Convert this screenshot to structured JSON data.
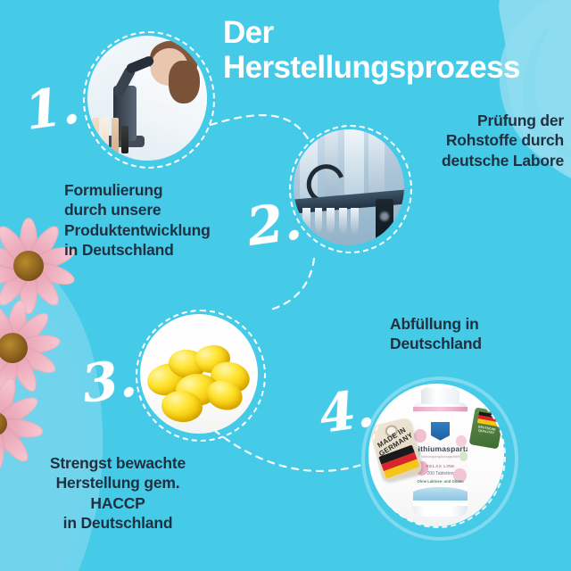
{
  "page": {
    "title_line1": "Der",
    "title_line2": "Herstellungsprozess",
    "background_color": "#45cbe8",
    "wave_color": "#8fdcf0",
    "text_color": "#1f3040",
    "accent_white": "#ffffff"
  },
  "steps": [
    {
      "number": "1.",
      "caption_lines": [
        "Formulierung",
        "durch unsere",
        "Produktentwicklung",
        "in Deutschland"
      ],
      "caption_full": "Formulierung durch unsere Produktentwicklung in Deutschland",
      "image_alt": "scientist-at-microscope",
      "ring_style": "dashed-white"
    },
    {
      "number": "2.",
      "caption_lines": [
        "Prüfung der",
        "Rohstoffe durch",
        "deutsche Labore"
      ],
      "caption_full": "Prüfung der Rohstoffe durch deutsche Labore",
      "image_alt": "bottle-filling-machinery",
      "ring_style": "dashed-white"
    },
    {
      "number": "3.",
      "caption_lines": [
        "Strengst bewachte",
        "Herstellung gem.",
        "HACCP",
        "in Deutschland"
      ],
      "caption_full": "Strengst bewachte Herstellung gem. HACCP in Deutschland",
      "image_alt": "yellow-softgel-capsules",
      "ring_style": "dashed-white"
    },
    {
      "number": "4.",
      "caption_lines": [
        "Abfüllung in",
        "Deutschland"
      ],
      "caption_full": "Abfüllung in Deutschland",
      "image_alt": "product-bottle-lithiumaspartat",
      "ring_style": "solid-lightblue"
    }
  ],
  "product": {
    "name": "Lithiumaspartat",
    "subtitle": "Nahrungsergänzungsmittel",
    "line_name": "RELAX LINE",
    "count": "200 Tabletten",
    "free_from": "Ohne Laktose- und Gluten",
    "made_in_tag": [
      "MADE IN",
      "GERMANY"
    ],
    "quality_tag": [
      "DEUTSCHE",
      "QUALITÄT"
    ]
  },
  "decor": {
    "flowers": "pink-echinacea-flowers",
    "connector": "dashed-white-path"
  }
}
